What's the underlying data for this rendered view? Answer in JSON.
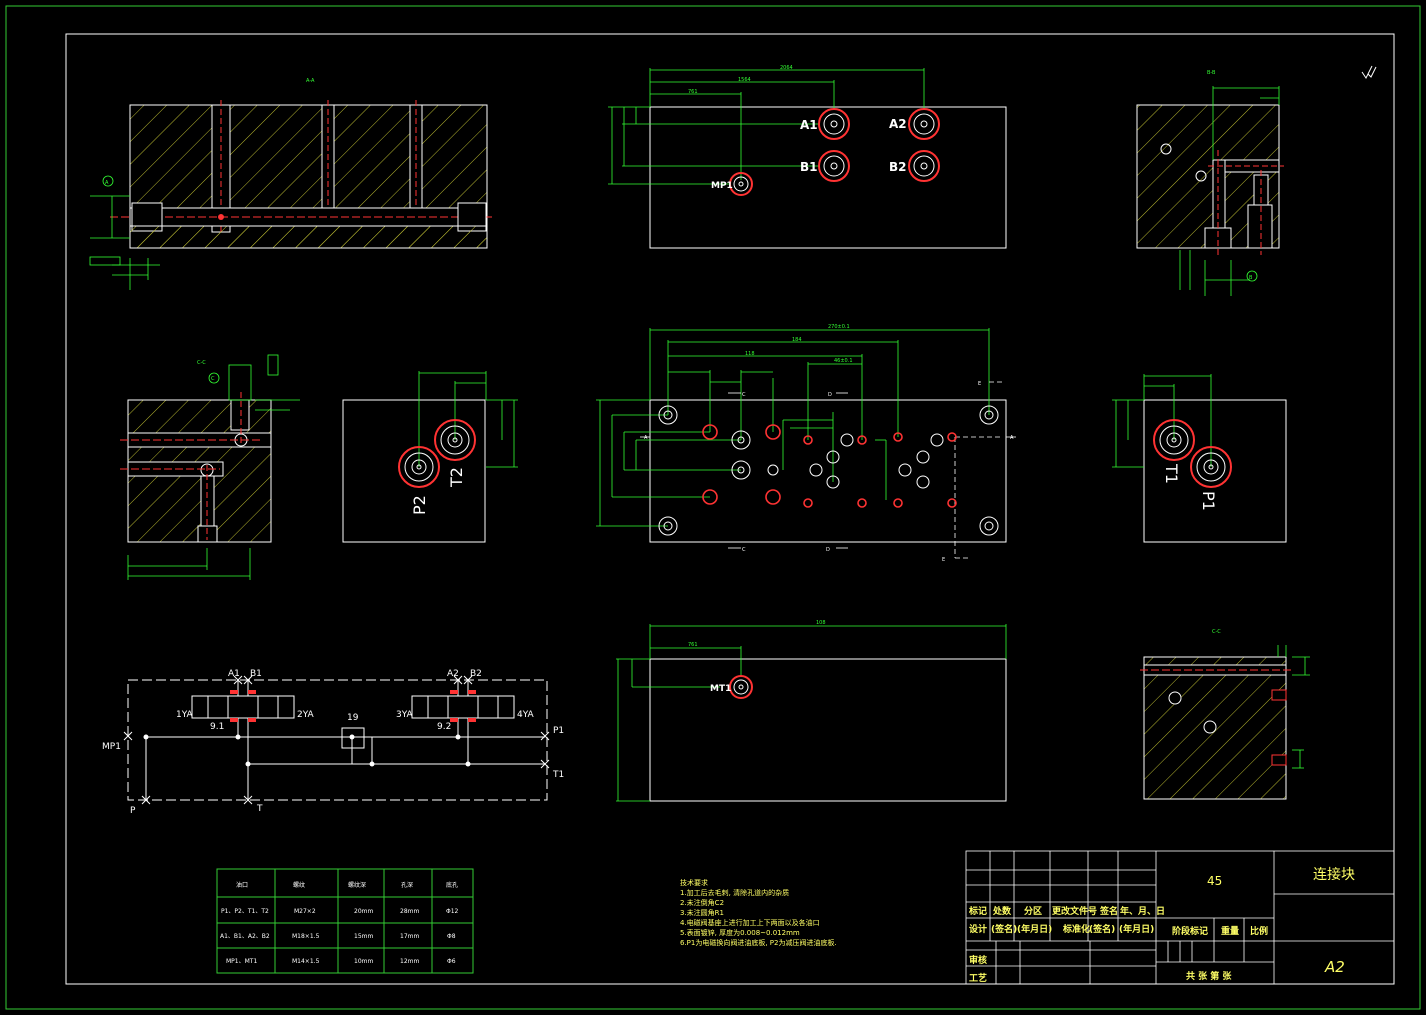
{
  "colors": {
    "background": "#000000",
    "frame": "#33cc33",
    "outline": "#ffffff",
    "hatch": "#cccc33",
    "dimension": "#33ff33",
    "hole_red": "#ff3333",
    "label_yellow": "#ffff66",
    "label_cyan": "#66ffff"
  },
  "views": {
    "section_a_label": "A-A",
    "section_b_label": "B-B",
    "section_c_label": "C-C",
    "section_c2_label": "C-C",
    "front_view": {
      "port_a1": "A1",
      "port_a2": "A2",
      "port_b1": "B1",
      "port_b2": "B2",
      "port_mp1": "MP1",
      "dim_top": "2064",
      "dim_mid": "1564",
      "dim_left": "761"
    },
    "side_left": {
      "port_p2": "P2",
      "port_t2": "T2"
    },
    "side_right": {
      "port_t1": "T1",
      "port_p1": "P1"
    },
    "bottom_view": {
      "port_mt1": "MT1",
      "dim_top": "108",
      "dim_left": "761"
    },
    "top_plan": {
      "dim_total": "270±0.1",
      "dim_184": "184",
      "dim_118": "118",
      "dim_46": "46±0.1"
    },
    "markers": {
      "a": "A",
      "b": "B",
      "c": "C",
      "d": "D",
      "e": "E"
    }
  },
  "schematic": {
    "a1": "A1",
    "b1": "B1",
    "a2": "A2",
    "b2": "B2",
    "sol_1ya": "1YA",
    "sol_2ya": "2YA",
    "sol_3ya": "3YA",
    "sol_4ya": "4YA",
    "valve_91": "9.1",
    "valve_92": "9.2",
    "valve_19": "19",
    "mp1": "MP1",
    "p": "P",
    "t": "T",
    "p1": "P1",
    "t1": "T1"
  },
  "port_table": {
    "headers": [
      "油口",
      "螺纹",
      "螺纹深",
      "孔深",
      "底孔"
    ],
    "rows": [
      [
        "P1、P2、T1、T2",
        "M27×2",
        "20mm",
        "28mm",
        "Φ12"
      ],
      [
        "A1、B1、A2、B2",
        "M18×1.5",
        "15mm",
        "17mm",
        "Φ8"
      ],
      [
        "MP1、MT1",
        "M14×1.5",
        "10mm",
        "12mm",
        "Φ6"
      ]
    ]
  },
  "tech_notes": {
    "title": "技术要求",
    "lines": [
      "1.加工后去毛刺, 清除孔道内的杂质",
      "2.未注倒角C2",
      "3.未注圆角R1",
      "4.电磁阀基座上进行加工上下两面以及各油口",
      "5.表面镀锌, 厚度为0.008~0.012mm",
      "6.P1为电磁换向阀进油底板, P2为减压阀进油底板."
    ]
  },
  "title_block": {
    "material": "45",
    "part_name": "连接块",
    "scale_format": "A2",
    "row1": [
      "标记",
      "处数",
      "分区",
      "更改文件号",
      "签名",
      "年、月、日"
    ],
    "row2": [
      "设计",
      "(签名)",
      "(年月日)",
      "标准化",
      "(签名)",
      "(年月日)"
    ],
    "stage_mark": "阶段标记",
    "weight": "重量",
    "ratio": "比例",
    "review": "审核",
    "process": "工艺",
    "sheets": "共  张 第  张"
  }
}
